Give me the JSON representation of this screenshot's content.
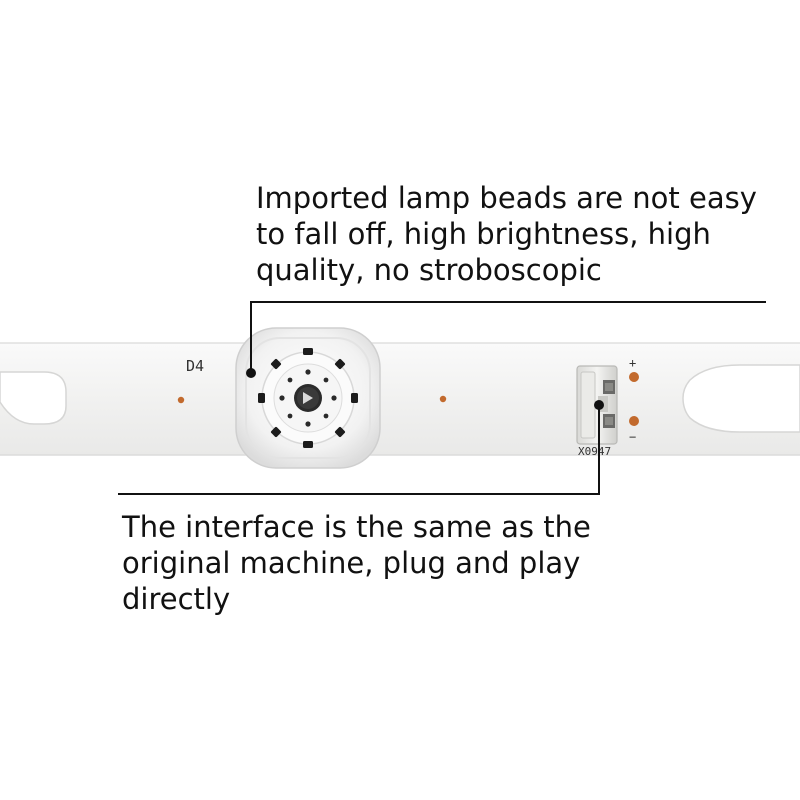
{
  "captions": {
    "lamp_beads": "Imported lamp beads are not easy to fall off, high brightness, high quality, no stroboscopic",
    "interface": "The interface is the same as the original machine, plug and play directly"
  },
  "strip_markings": {
    "led_designator": "D4",
    "connector_code": "X0947",
    "plus_sign": "+",
    "minus_sign": "−"
  },
  "colors": {
    "strip": "#f3f3f2",
    "solder_pad": "#c26a2d",
    "callout_line": "#111111",
    "text": "#111111"
  }
}
